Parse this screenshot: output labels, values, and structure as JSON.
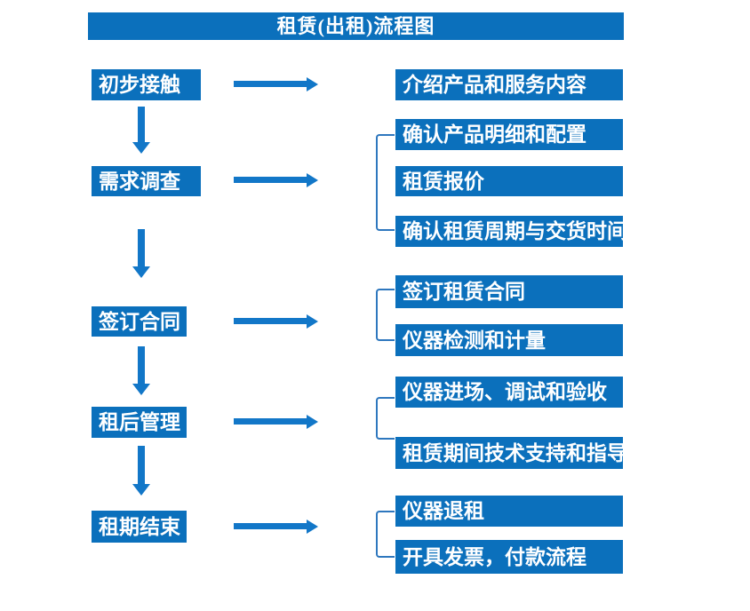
{
  "title": "租赁(出租)流程图",
  "colors": {
    "box_blue": "#0b70bc",
    "arrow_blue": "#1277c8",
    "bracket_blue": "#2e77be",
    "text": "#ffffff",
    "background": "#ffffff"
  },
  "stages": [
    {
      "label": "初步接触",
      "outputs": [
        "介绍产品和服务内容"
      ]
    },
    {
      "label": "需求调查",
      "outputs": [
        "确认产品明细和配置",
        "租赁报价",
        "确认租赁周期与交货时间"
      ]
    },
    {
      "label": "签订合同",
      "outputs": [
        "签订租赁合同",
        "仪器检测和计量"
      ]
    },
    {
      "label": "租后管理",
      "outputs": [
        "仪器进场、调试和验收",
        "租赁期间技术支持和指导"
      ]
    },
    {
      "label": "租期结束",
      "outputs": [
        "仪器退租",
        "开具发票，付款流程"
      ]
    }
  ]
}
